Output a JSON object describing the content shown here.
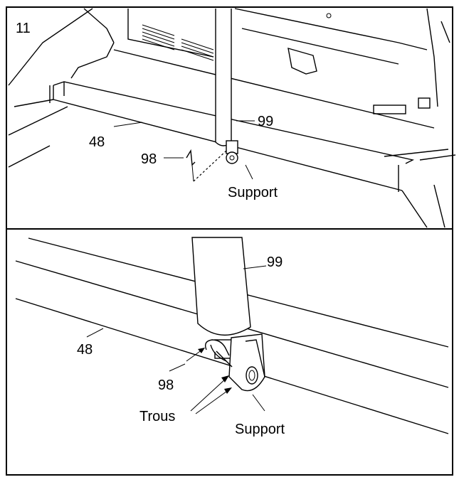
{
  "step_number": "11",
  "top_panel": {
    "labels": {
      "rail": "48",
      "pin": "98",
      "cylinder": "99",
      "support": "Support"
    }
  },
  "bottom_panel": {
    "labels": {
      "rail": "48",
      "pin": "98",
      "cylinder": "99",
      "holes": "Trous",
      "support": "Support"
    }
  }
}
